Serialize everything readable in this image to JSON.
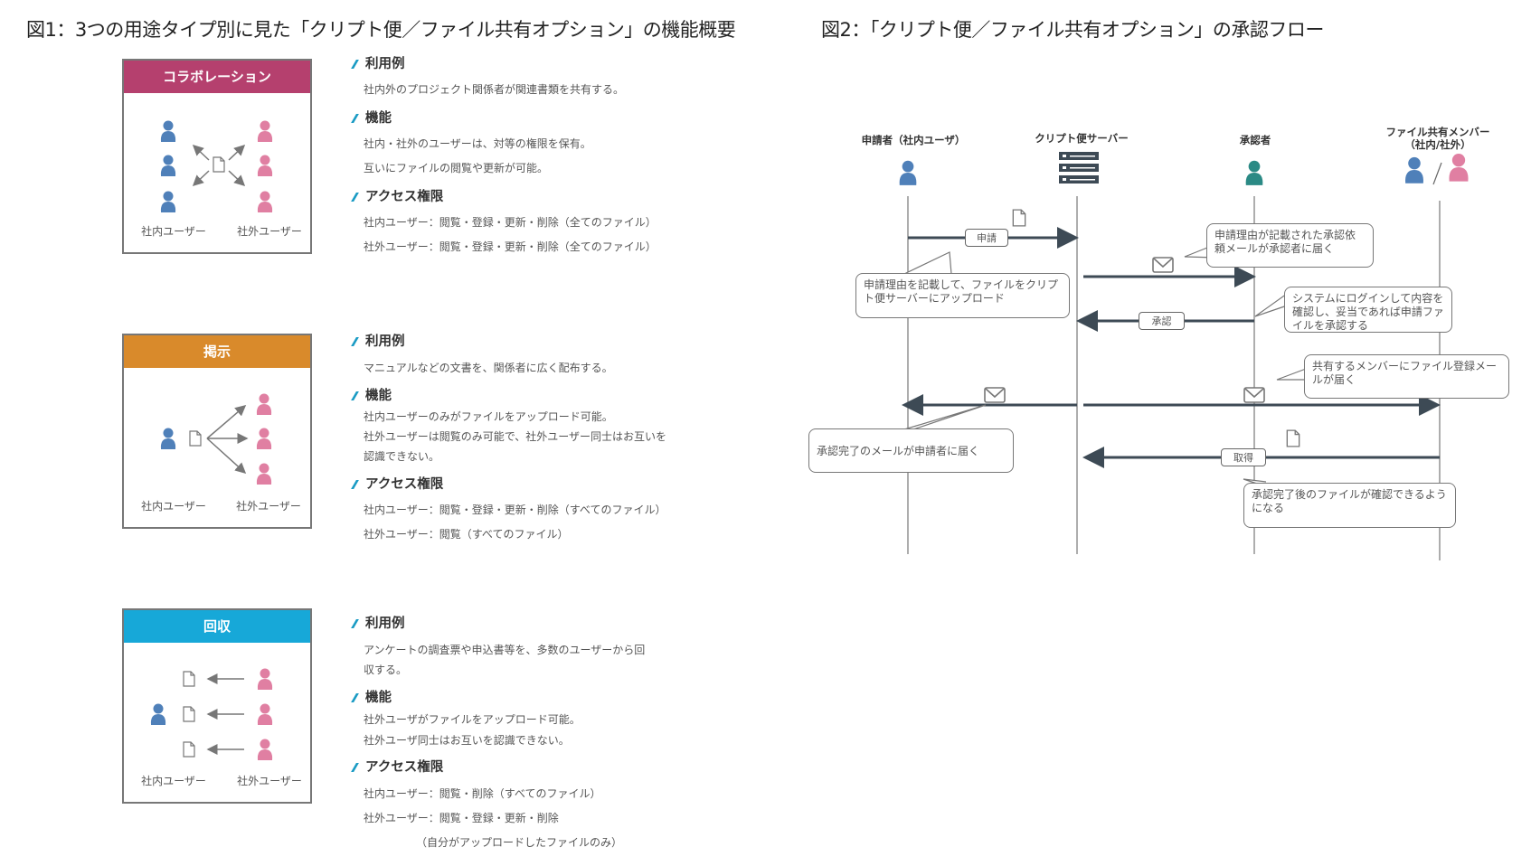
{
  "figure1": {
    "title": "図1：3つの用途タイプ別に見た「クリプト便／ファイル共有オプション」の機能概要",
    "internal_user_label": "社内ユーザー",
    "external_user_label": "社外ユーザー",
    "types": [
      {
        "name": "コラボレーション",
        "color": "#b5406e",
        "usage_heading": "利用例",
        "usage": [
          "社内外のプロジェクト関係者が関連書類を共有する。"
        ],
        "function_heading": "機能",
        "functions": [
          "社内・社外のユーザーは、対等の権限を保有。",
          "互いにファイルの閲覧や更新が可能。"
        ],
        "access_heading": "アクセス権限",
        "access": [
          "社内ユーザー：閲覧・登録・更新・削除（全てのファイル）",
          "社外ユーザー：閲覧・登録・更新・削除（全てのファイル）"
        ]
      },
      {
        "name": "掲示",
        "color": "#d98a2b",
        "usage_heading": "利用例",
        "usage": [
          "マニュアルなどの文書を、関係者に広く配布する。"
        ],
        "function_heading": "機能",
        "functions": [
          "社内ユーザーのみがファイルをアップロード可能。",
          "社外ユーザーは閲覧のみ可能で、社外ユーザー同士はお互いを",
          "認識できない。"
        ],
        "access_heading": "アクセス権限",
        "access": [
          "社内ユーザー：閲覧・登録・更新・削除（すべてのファイル）",
          "社外ユーザー：閲覧（すべてのファイル）"
        ]
      },
      {
        "name": "回収",
        "color": "#17a8d8",
        "usage_heading": "利用例",
        "usage": [
          "アンケートの調査票や申込書等を、多数のユーザーから回",
          "収する。"
        ],
        "function_heading": "機能",
        "functions": [
          "社外ユーザがファイルをアップロード可能。",
          "社外ユーザ同士はお互いを認識できない。"
        ],
        "access_heading": "アクセス権限",
        "access": [
          "社内ユーザー：閲覧・削除（すべてのファイル）",
          "社外ユーザー：閲覧・登録・更新・削除",
          "（自分がアップロードしたファイルのみ）"
        ]
      }
    ]
  },
  "figure2": {
    "title": "図2：「クリプト便／ファイル共有オプション」の承認フロー",
    "actors": [
      "申請者（社内ユーザ）",
      "クリプト便サーバー",
      "承認者",
      "ファイル共有メンバー\n（社内/社外）"
    ],
    "messages": {
      "apply": "申請",
      "approve": "承認",
      "fetch": "取得"
    },
    "callouts": [
      "申請理由を記載して、ファイルをクリプト便サーバーにアップロード",
      "申請理由が記載された承認依頼メールが承認者に届く",
      "システムにログインして内容を確認し、妥当であれば申請ファイルを承認する",
      "共有するメンバーにファイル登録メールが届く",
      "承認完了のメールが申請者に届く",
      "承認完了後のファイルが確認できるようになる"
    ],
    "colors": {
      "internal": "#4f80b9",
      "external": "#e07fa2",
      "approver": "#2b8a85",
      "line": "#3d4a55"
    }
  }
}
